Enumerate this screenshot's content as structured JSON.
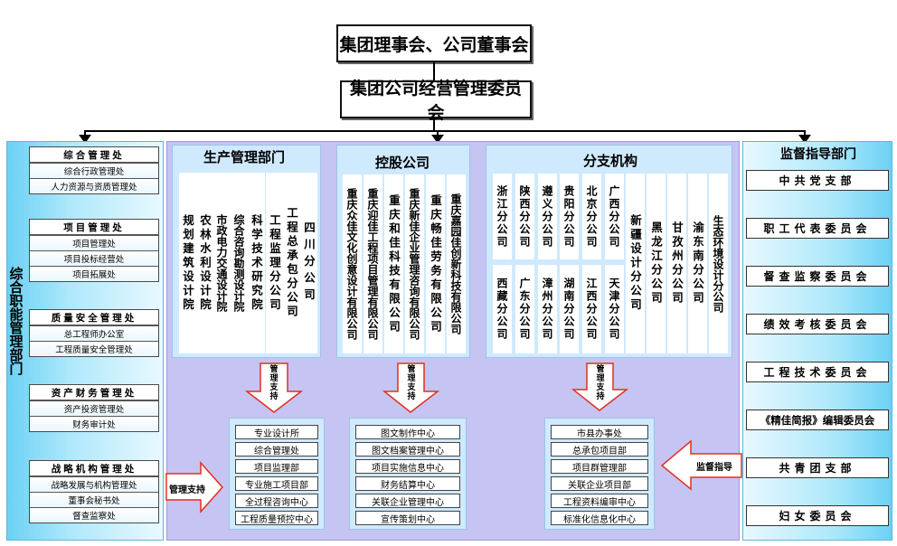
{
  "top": {
    "board": "集团理事会、公司董事会",
    "committee": "集团公司经营管理委员会"
  },
  "left": {
    "vertical_title": "综合职能管理部门",
    "groups": [
      {
        "title": "综合管理处",
        "items": [
          "综合行政管理处",
          "人力资源与资质管理处"
        ]
      },
      {
        "title": "项目管理处",
        "items": [
          "项目管理处",
          "项目投标经营处",
          "项目拓展处"
        ]
      },
      {
        "title": "质量安全管理处",
        "items": [
          "总工程师办公室",
          "工程质量安全管理处"
        ]
      },
      {
        "title": "资产财务管理处",
        "items": [
          "资产投资管理处",
          "财务审计处"
        ]
      },
      {
        "title": "战略机构管理处",
        "items": [
          "战略发展与机构管理处",
          "董事会秘书处",
          "督查监察处"
        ]
      }
    ],
    "arrow_label": "管理支持"
  },
  "production": {
    "title": "生产管理部门",
    "columns": [
      "规划建筑设计院",
      "农林水利设计院",
      "市政电力交通设计院",
      "综合咨询勘测设计院",
      "科学技术研究院",
      "工程监理分公司",
      "工程总承包分公司",
      "四川分公司"
    ],
    "arrow_label": "管理支持",
    "support": [
      "专业设计所",
      "综合管理处",
      "项目监理部",
      "专业施工项目部",
      "全过程咨询中心",
      "工程质量预控中心"
    ]
  },
  "holding": {
    "title": "控股公司",
    "columns": [
      "重庆众佳文化创意设计有限公司",
      "重庆迎佳工程项目管理有限公司",
      "重庆和佳科技有限公司",
      "重庆新佳企业管理咨询有限公司",
      "重庆畅佳劳务有限公司",
      "重庆嘉园佳创新科技有限公司"
    ],
    "arrow_label": "管理支持",
    "support": [
      "图文制作中心",
      "图文档案管理中心",
      "项目实施信息中心",
      "财务结算中心",
      "关联企业管理中心",
      "宣传策划中心"
    ]
  },
  "branches": {
    "title": "分支机构",
    "top_row": [
      "浙江分公司",
      "陕西分公司",
      "遵义分公司",
      "贵阳分公司",
      "北京分公司",
      "广西分公司"
    ],
    "bottom_row": [
      "西藏分公司",
      "广东分公司",
      "漳州分公司",
      "湖南分公司",
      "江西分公司",
      "天津分公司"
    ],
    "tall": [
      "新疆设计分公司",
      "黑龙江分公司",
      "甘孜州分公司",
      "渝东南分公司",
      "生态环境设计分公司"
    ],
    "arrow_label": "管理支持",
    "support": [
      "市县办事处",
      "总承包项目部",
      "项目群管理部",
      "关联企业项目部",
      "工程资料编审中心",
      "标准化信息化中心"
    ]
  },
  "right": {
    "title": "监督指导部门",
    "items": [
      "中共党支部",
      "职工代表委员会",
      "督查监察委员会",
      "绩效考核委员会",
      "工程技术委员会",
      "《精佳简报》编辑委员会",
      "共青团支部",
      "妇女委员会"
    ],
    "arrow_label": "监督指导"
  },
  "colors": {
    "left_panel": "#6bd1f4",
    "mid_panel": "#c6c4f2",
    "section_bg": "#cfe9ff",
    "arrow_stroke": "#e0301e"
  }
}
